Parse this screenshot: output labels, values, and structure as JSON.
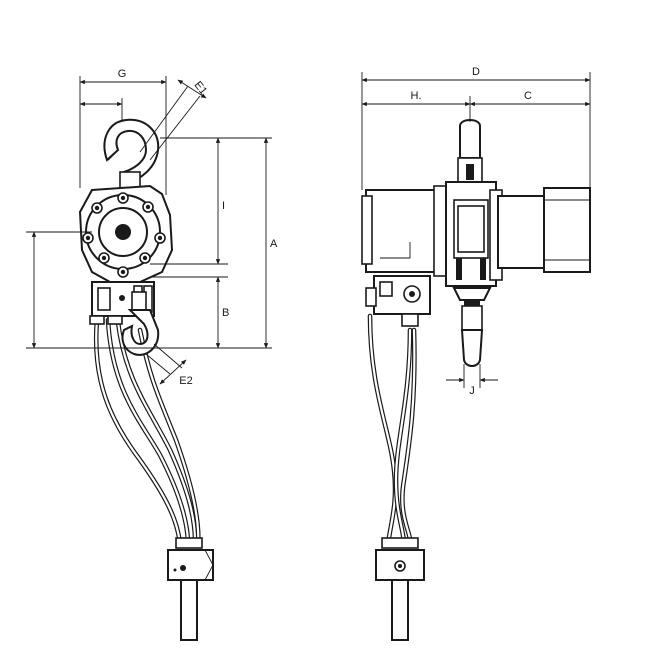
{
  "diagram": {
    "dimension_labels": {
      "G": "G",
      "E1": "E1",
      "I": "I",
      "A": "A",
      "B": "B",
      "E2": "E2",
      "D": "D",
      "H": "H.",
      "C": "C",
      "J": "J"
    }
  }
}
